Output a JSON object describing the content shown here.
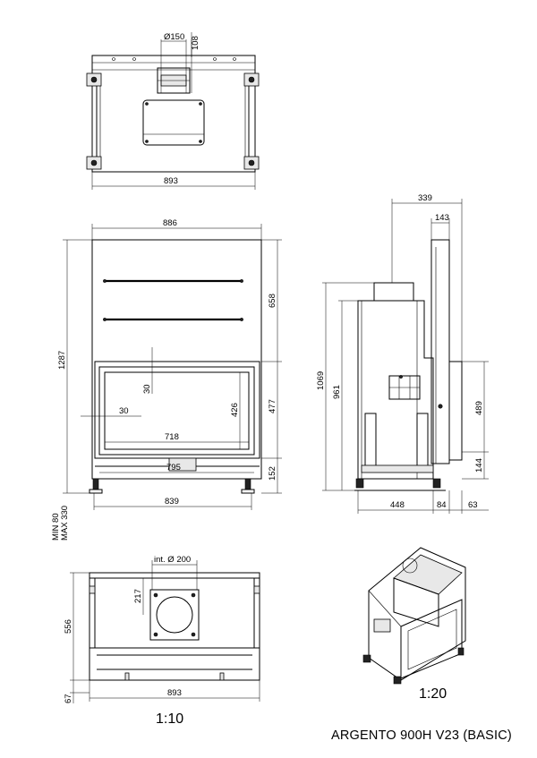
{
  "top_view": {
    "dimensions": {
      "diameter": "Ø150",
      "offset": "108",
      "width": "893"
    }
  },
  "front_view": {
    "dimensions": {
      "top_width": "886",
      "total_height": "1287",
      "upper_height": "658",
      "opening_height": "477",
      "glass_height": "426",
      "frame_top": "30",
      "frame_side": "30",
      "glass_width": "718",
      "opening_width": "795",
      "base_width": "839",
      "feet_height": "152"
    },
    "feet_label_min": "MIN 80",
    "feet_label_max": "MAX 330"
  },
  "side_view": {
    "dimensions": {
      "depth_top": "339",
      "flue_depth": "143",
      "height_1069": "1069",
      "height_961": "961",
      "height_489": "489",
      "height_144": "144",
      "bottom_depth": "448",
      "bottom_84": "84",
      "bottom_63": "63"
    }
  },
  "plan_view": {
    "dimensions": {
      "int_diameter": "int. Ø 200",
      "depth_217": "217",
      "depth_556": "556",
      "width": "893",
      "front_67": "67"
    }
  },
  "scale_left": "1:10",
  "scale_right": "1:20",
  "product_title": "ARGENTO 900H V23 (BASIC)"
}
